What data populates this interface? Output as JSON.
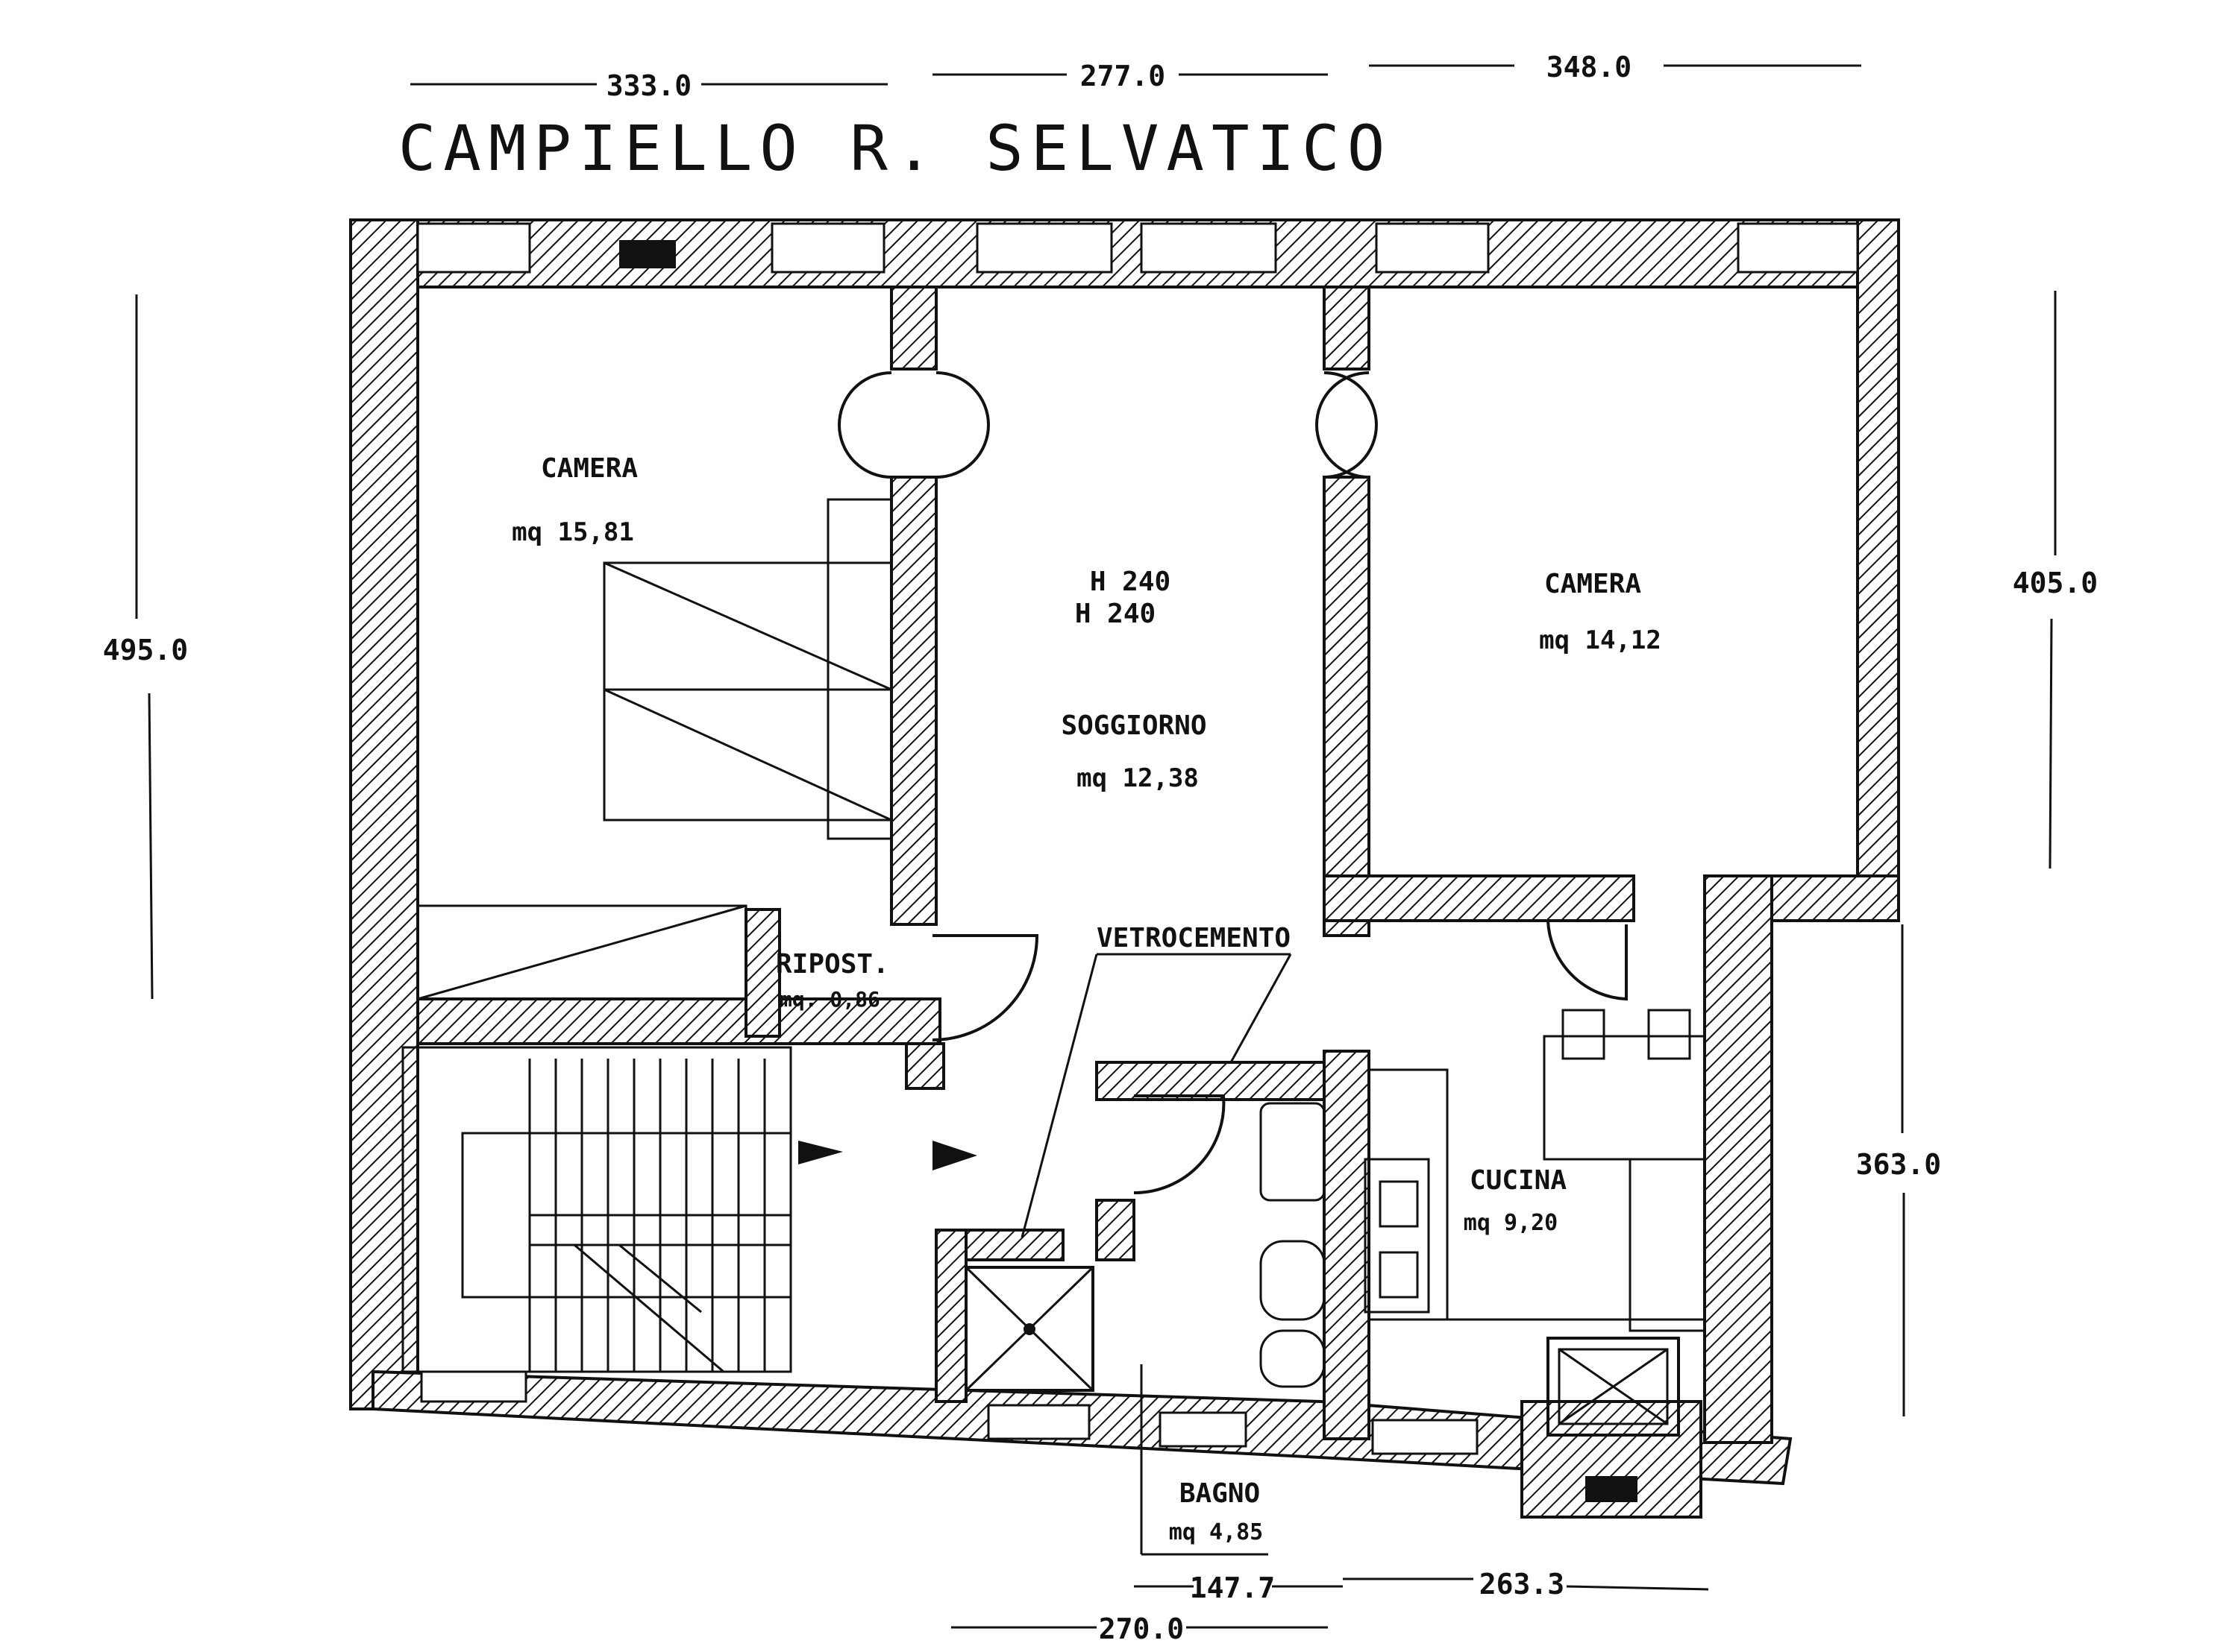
{
  "title": "CAMPIELLO R. SELVATICO",
  "dimensions": {
    "top_1": "333.0",
    "top_2": "277.0",
    "top_3": "348.0",
    "left": "495.0",
    "right_upper": "405.0",
    "right_lower": "363.0",
    "bottom_1": "147.7",
    "bottom_2": "263.3",
    "bottom_3": "270.0"
  },
  "rooms": {
    "camera_left": {
      "name": "CAMERA",
      "area": "mq 15,81"
    },
    "soggiorno": {
      "name": "SOGGIORNO",
      "area": "mq 12,38",
      "height_1": "H 240",
      "height_2": "H 240"
    },
    "camera_right": {
      "name": "CAMERA",
      "area": "mq 14,12"
    },
    "ripostiglio": {
      "name": "RIPOST.",
      "area": "mq. 0,86"
    },
    "cucina": {
      "name": "CUCINA",
      "area": "mq 9,20"
    },
    "bagno": {
      "name": "BAGNO",
      "area": "mq 4,85"
    }
  },
  "labels": {
    "vetrocemento": "VETROCEMENTO"
  }
}
